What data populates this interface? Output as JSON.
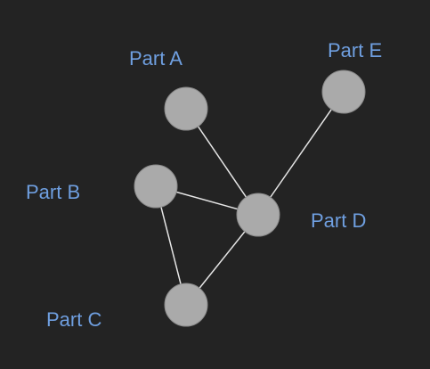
{
  "diagram": {
    "background": "#232323",
    "colors": {
      "node_fill": "#aaaaaa",
      "node_stroke": "#8a8a8a",
      "edge": "#e6e6e6",
      "label": "#6f9fe0"
    },
    "nodes": [
      {
        "id": "a",
        "label": "Part A"
      },
      {
        "id": "b",
        "label": "Part B"
      },
      {
        "id": "c",
        "label": "Part C"
      },
      {
        "id": "d",
        "label": "Part D"
      },
      {
        "id": "e",
        "label": "Part E"
      }
    ],
    "edges": [
      {
        "from": "a",
        "to": "d"
      },
      {
        "from": "b",
        "to": "d"
      },
      {
        "from": "b",
        "to": "c"
      },
      {
        "from": "c",
        "to": "d"
      },
      {
        "from": "e",
        "to": "d"
      }
    ]
  }
}
